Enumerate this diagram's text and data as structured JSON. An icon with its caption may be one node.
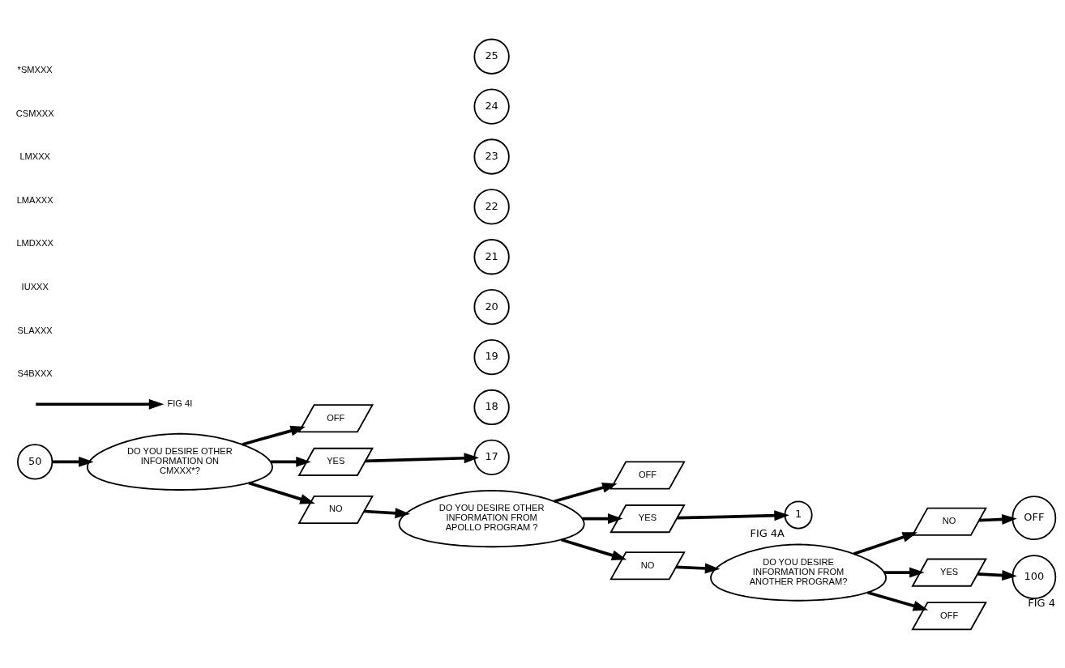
{
  "diagram": {
    "nodes": [
      {
        "text": [
          "50"
        ]
      },
      {
        "text": [
          "DO YOU DESIRE OTHER INFORMATION ON CMXXX*?"
        ]
      },
      {
        "text": [
          "OFF"
        ]
      },
      {
        "text": [
          "YES"
        ]
      },
      {
        "text": [
          "NO"
        ]
      },
      {
        "text": [
          "17"
        ]
      },
      {
        "text": [
          "18"
        ]
      },
      {
        "text": [
          "19"
        ]
      },
      {
        "text": [
          "20"
        ]
      },
      {
        "text": [
          "21"
        ]
      },
      {
        "text": [
          "22"
        ]
      },
      {
        "text": [
          "23"
        ]
      },
      {
        "text": [
          "24"
        ]
      },
      {
        "text": [
          "25"
        ]
      },
      {
        "text": [
          "FIG 4I"
        ]
      },
      {
        "text": [
          "DO YOU DESIRE OTHER INFORMATION FROM APOLLO PROGRAM ?"
        ]
      },
      {
        "text": [
          "OFF"
        ]
      },
      {
        "text": [
          "YES"
        ]
      },
      {
        "text": [
          "NO"
        ]
      },
      {
        "text": [
          "1"
        ],
        "beside": [
          "FIG 4A"
        ]
      },
      {
        "text": [
          "DO YOU DESIRE INFORMATION FROM ANOTHER PROGRAM?"
        ]
      },
      {
        "text": [
          "NO"
        ]
      },
      {
        "text": [
          "YES"
        ]
      },
      {
        "text": [
          "OFF"
        ]
      },
      {
        "text": [
          "OFF"
        ]
      },
      {
        "text": [
          "100"
        ],
        "beside": [
          "FIG 4"
        ]
      }
    ],
    "edges": [
      {
        "from": 0,
        "to": 1,
        "arrow": "to"
      },
      {
        "from": 1,
        "to": 2,
        "arrow": "to"
      },
      {
        "from": 1,
        "to": 3,
        "arrow": "to"
      },
      {
        "from": 1,
        "to": 4,
        "arrow": "to"
      },
      {
        "from": 3,
        "to": 5,
        "arrow": "to"
      },
      {
        "from": null,
        "to": 14,
        "arrow": "to"
      },
      {
        "from": 4,
        "to": 15,
        "arrow": "to"
      },
      {
        "from": 15,
        "to": 16,
        "arrow": "to"
      },
      {
        "from": 15,
        "to": 17,
        "arrow": "to"
      },
      {
        "from": 15,
        "to": 18,
        "arrow": "to"
      },
      {
        "from": 17,
        "to": 19,
        "arrow": "to"
      },
      {
        "from": 18,
        "to": 20,
        "arrow": "to"
      },
      {
        "from": 20,
        "to": 21,
        "arrow": "to"
      },
      {
        "from": 20,
        "to": 22,
        "arrow": "to"
      },
      {
        "from": 20,
        "to": 23,
        "arrow": "to"
      },
      {
        "from": 21,
        "to": 24,
        "arrow": "to"
      },
      {
        "from": 22,
        "to": 25,
        "arrow": "to"
      }
    ],
    "labels": [
      "*SMXXX",
      "CSMXXX",
      "LMXXX",
      "LMAXXX",
      "LMDXXX",
      "IUXXX",
      "SLAXXX",
      "S4BXXX"
    ]
  }
}
